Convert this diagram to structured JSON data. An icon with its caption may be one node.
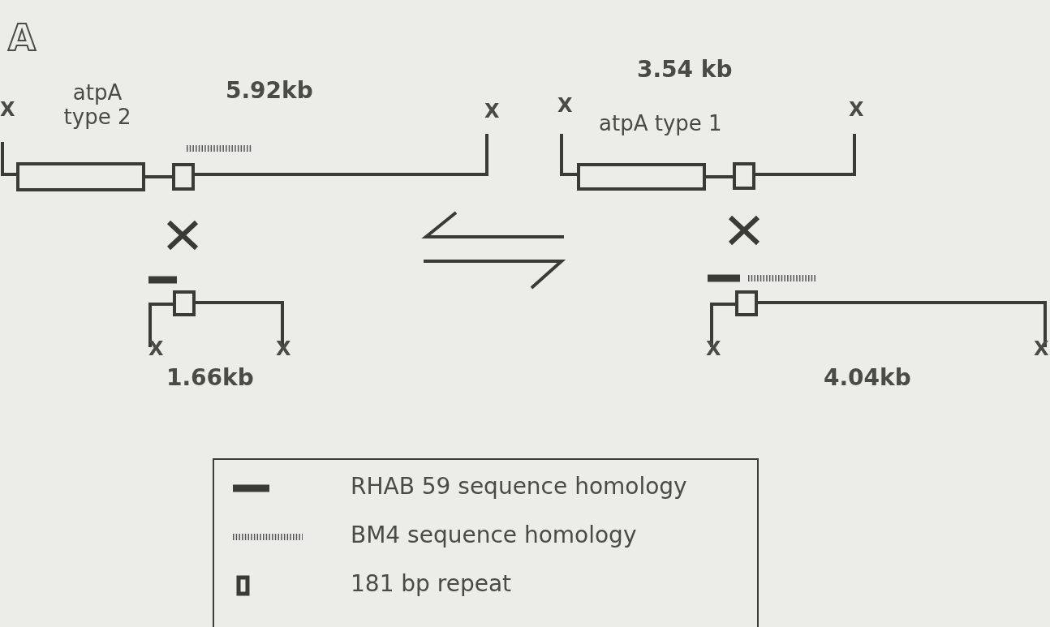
{
  "diagram": {
    "labels": [
      "A",
      "3.54 kb",
      "X",
      "atpA type 2",
      "5.92kb",
      "X",
      "X",
      "atpA type 1",
      "X",
      "X",
      "X",
      "X",
      "X",
      "1.66kb",
      "4.04kb"
    ],
    "legend": [
      {
        "text": "RHAB 59 sequence homology"
      },
      {
        "text": "BM4 sequence homology"
      },
      {
        "text": "181 bp repeat"
      }
    ]
  }
}
